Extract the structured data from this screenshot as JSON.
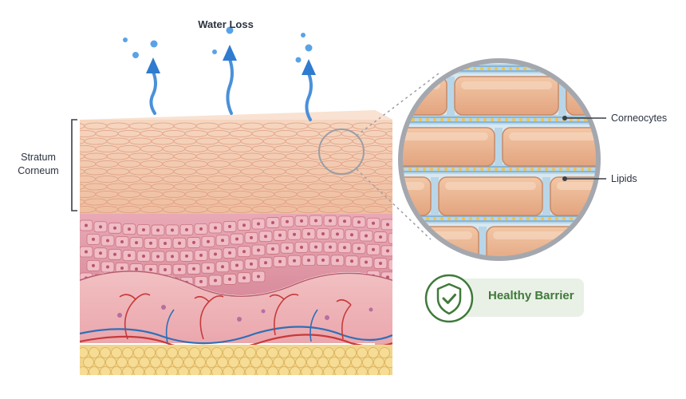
{
  "labels": {
    "water_loss": "Water Loss",
    "stratum_line1": "Stratum",
    "stratum_line2": "Corneum",
    "corneocytes": "Corneocytes",
    "lipids": "Lipids"
  },
  "badge": {
    "text": "Healthy Barrier",
    "icon": "shield-check-icon"
  },
  "colors": {
    "accent_green": "#3f7a3a",
    "badge_bg": "#e9f1e6",
    "water_blue": "#4a90d9",
    "corneocyte": "#eab592",
    "lipid_blue": "#9cc3dd",
    "lipid_dot": "#f0c24a"
  }
}
